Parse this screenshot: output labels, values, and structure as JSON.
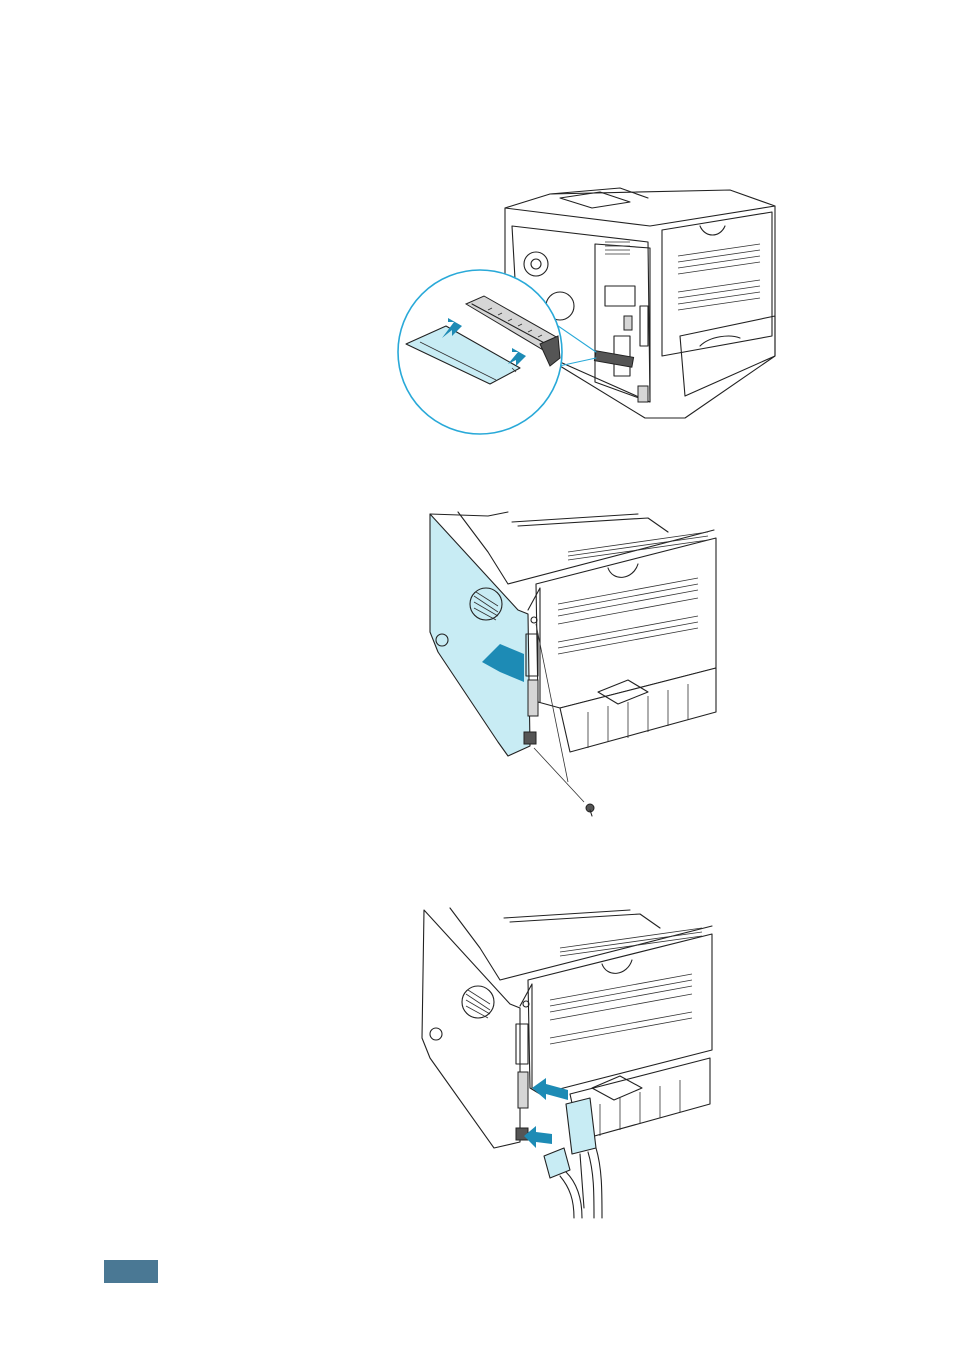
{
  "page": {
    "figures": [
      {
        "id": "memory-install",
        "icons": [
          "printer-rear-open-icon",
          "memory-module-icon",
          "insert-arrow-icon"
        ]
      },
      {
        "id": "side-cover-reattach",
        "icons": [
          "printer-rear-icon",
          "side-cover-icon",
          "screw-icon"
        ]
      },
      {
        "id": "cable-reconnect",
        "icons": [
          "printer-rear-icon",
          "parallel-cable-icon",
          "power-cord-icon"
        ]
      }
    ],
    "colors": {
      "accent_fill": "#c8ecf4",
      "arrow": "#1d8bb5",
      "callout_circle": "#29a9d8",
      "page_tab": "#4a7894"
    }
  }
}
